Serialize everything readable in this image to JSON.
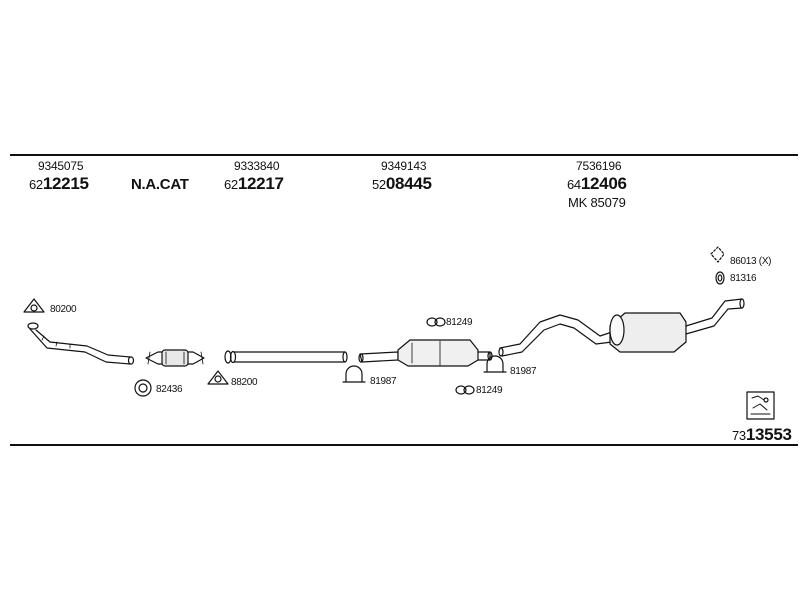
{
  "diagram": {
    "sections": [
      {
        "oem": "9345075",
        "prefix": "62",
        "main": "12215"
      },
      {
        "oem": "9333840",
        "prefix": "62",
        "main": "12217"
      },
      {
        "oem": "9349143",
        "prefix": "52",
        "main": "08445"
      },
      {
        "oem": "7536196",
        "prefix": "64",
        "main": "12406",
        "extra": "MK  85079"
      }
    ],
    "na_cat": "N.A.CAT",
    "parts": {
      "p80200": "80200",
      "p82436": "82436",
      "p88200": "88200",
      "p81249_top": "81249",
      "p81987_left": "81987",
      "p81987_right": "81987",
      "p81249_bottom": "81249",
      "p86013": "86013 (X)",
      "p81316": "81316"
    },
    "kit": {
      "prefix": "73",
      "main": "13553"
    }
  }
}
